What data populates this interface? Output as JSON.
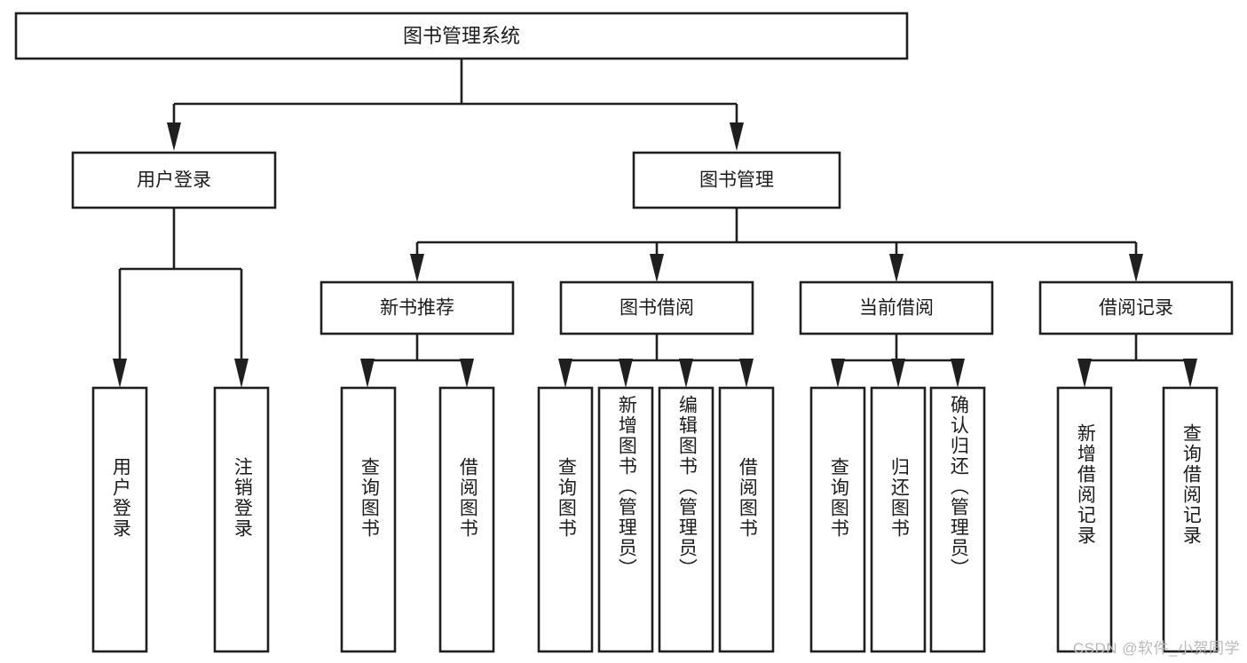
{
  "diagram": {
    "type": "tree",
    "title": "图书管理系统",
    "orientation": "top-down",
    "colors": {
      "stroke": "#1f1f1f",
      "fill": "#ffffff",
      "text": "#1b1b1b",
      "watermark": "#b9b9b9",
      "background": "#ffffff"
    },
    "root": {
      "label": "图书管理系统"
    },
    "level2": [
      {
        "label": "用户登录"
      },
      {
        "label": "图书管理"
      }
    ],
    "level3": [
      {
        "label": "新书推荐"
      },
      {
        "label": "图书借阅"
      },
      {
        "label": "当前借阅"
      },
      {
        "label": "借阅记录"
      }
    ],
    "leaves": {
      "user_login": [
        {
          "label": "用户登录"
        },
        {
          "label": "注销登录"
        }
      ],
      "new_book_recommend": [
        {
          "label": "查询图书"
        },
        {
          "label": "借阅图书"
        }
      ],
      "book_borrow": [
        {
          "label": "查询图书"
        },
        {
          "label": "新增图书（管理员）"
        },
        {
          "label": "编辑图书（管理员）"
        },
        {
          "label": "借阅图书"
        }
      ],
      "current_borrow": [
        {
          "label": "查询图书"
        },
        {
          "label": "归还图书"
        },
        {
          "label": "确认归还（管理员）"
        }
      ],
      "borrow_record": [
        {
          "label": "新增借阅记录"
        },
        {
          "label": "查询借阅记录"
        }
      ]
    },
    "watermark": "CSDN @软件_小贺同学"
  }
}
